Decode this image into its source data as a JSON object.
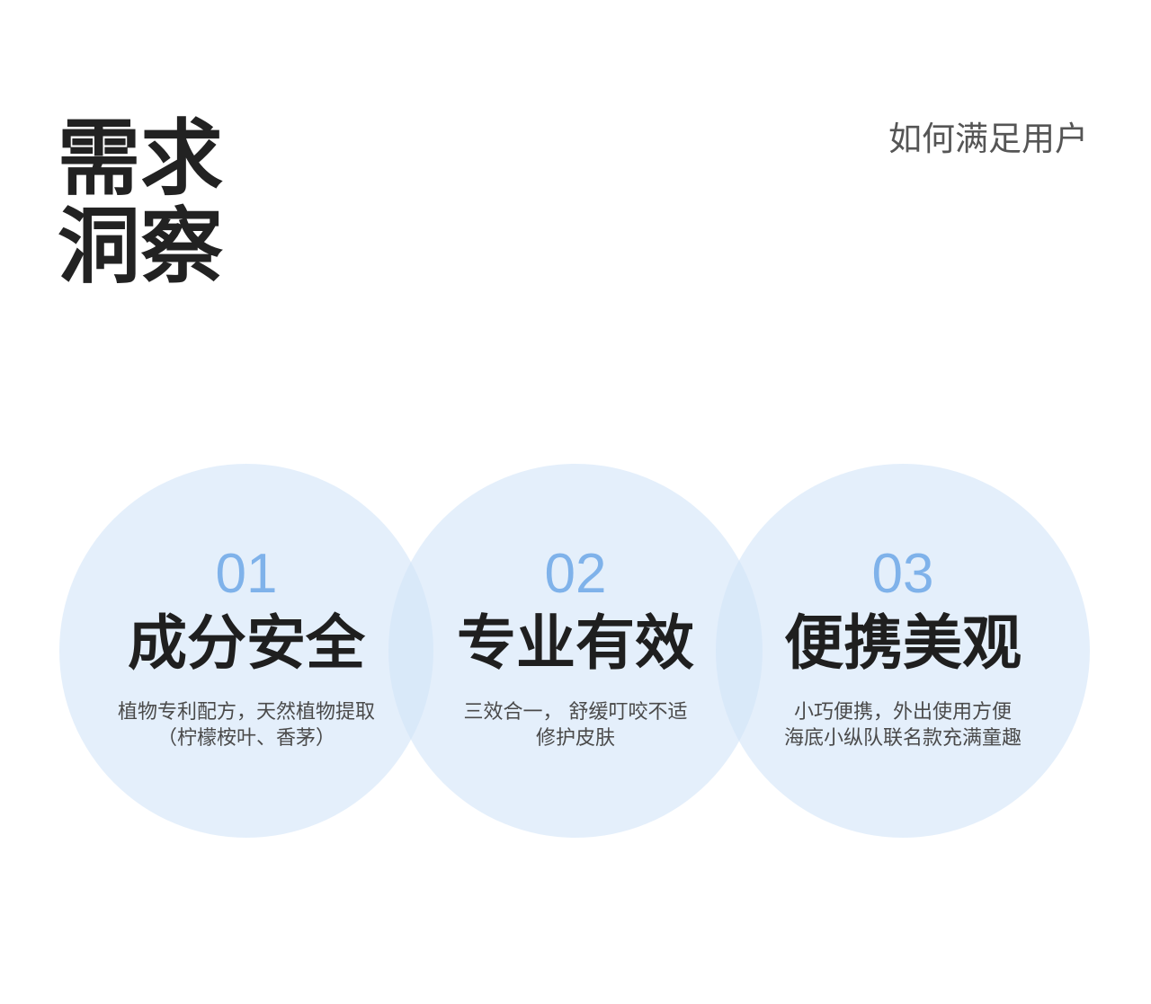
{
  "header": {
    "title_lines": [
      "需求",
      "洞察"
    ],
    "subtitle": "如何满足用户"
  },
  "colors": {
    "number_accent": "#7fb2ea",
    "circle_fill": "#e3eefa",
    "circle_overlap": "#d3e4f7",
    "title_text": "#222222",
    "desc_text": "#4a4a4a"
  },
  "cards": [
    {
      "number": "01",
      "title": "成分安全",
      "desc_lines": [
        "植物专利配方，天然植物提取",
        "（柠檬桉叶、香茅）"
      ]
    },
    {
      "number": "02",
      "title": "专业有效",
      "desc_lines": [
        "三效合一， 舒缓叮咬不适",
        "修护皮肤"
      ]
    },
    {
      "number": "03",
      "title": "便携美观",
      "desc_lines": [
        "小巧便携，外出使用方便",
        "海底小纵队联名款充满童趣"
      ]
    }
  ]
}
